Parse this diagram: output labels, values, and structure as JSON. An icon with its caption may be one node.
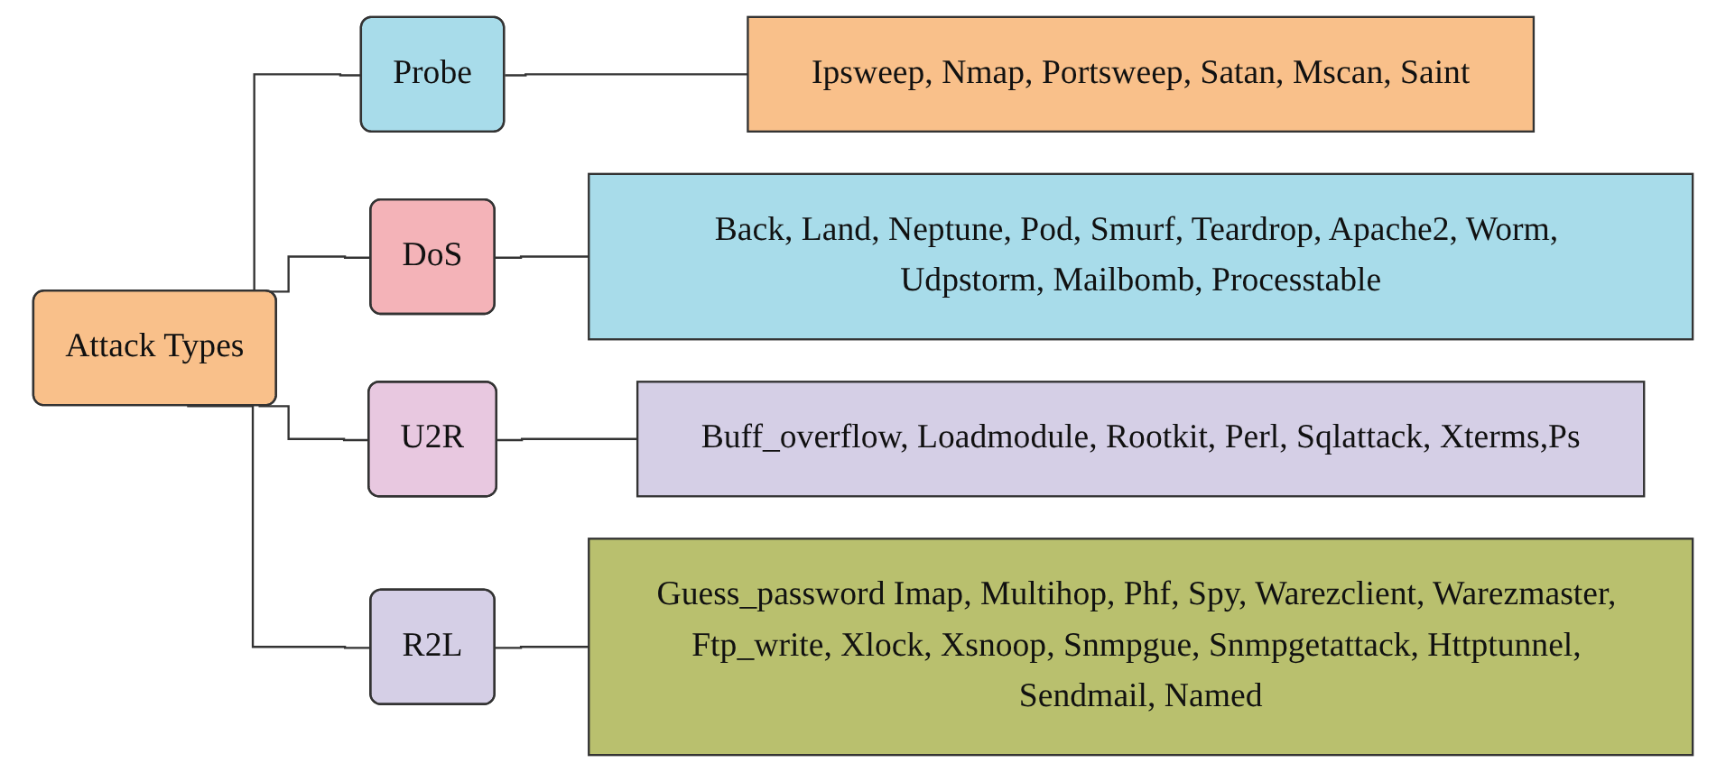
{
  "diagram": {
    "nodes": [
      {
        "text": [
          "Attack Types"
        ]
      },
      {
        "text": [
          "Probe"
        ]
      },
      {
        "text": [
          "Ipsweep, Nmap, Portsweep, Satan, Mscan, Saint"
        ]
      },
      {
        "text": [
          "DoS"
        ]
      },
      {
        "text": [
          "Back, Land, Neptune, Pod, Smurf, Teardrop, Apache2, Worm, Udpstorm, Mailbomb, Processtable"
        ]
      },
      {
        "text": [
          "U2R"
        ]
      },
      {
        "text": [
          "Buff_overflow, Loadmodule, Rootkit, Perl, Sqlattack, Xterms,Ps"
        ]
      },
      {
        "text": [
          "R2L"
        ]
      },
      {
        "text": [
          "Guess_password Imap, Multihop, Phf, Spy, Warezclient, Warezmaster, Ftp_write, Xlock, Xsnoop, Snmpgue, Snmpgetattack, Httptunnel, Sendmail, Named"
        ]
      }
    ],
    "edges": [
      {
        "from": 0,
        "to": 1,
        "arrow": "none"
      },
      {
        "from": 0,
        "to": 3,
        "arrow": "none"
      },
      {
        "from": 0,
        "to": 5,
        "arrow": "none"
      },
      {
        "from": 0,
        "to": 7,
        "arrow": "none"
      },
      {
        "from": 1,
        "to": 2,
        "arrow": "none"
      },
      {
        "from": 3,
        "to": 4,
        "arrow": "none"
      },
      {
        "from": 5,
        "to": 6,
        "arrow": "none"
      },
      {
        "from": 7,
        "to": 8,
        "arrow": "none"
      }
    ]
  }
}
